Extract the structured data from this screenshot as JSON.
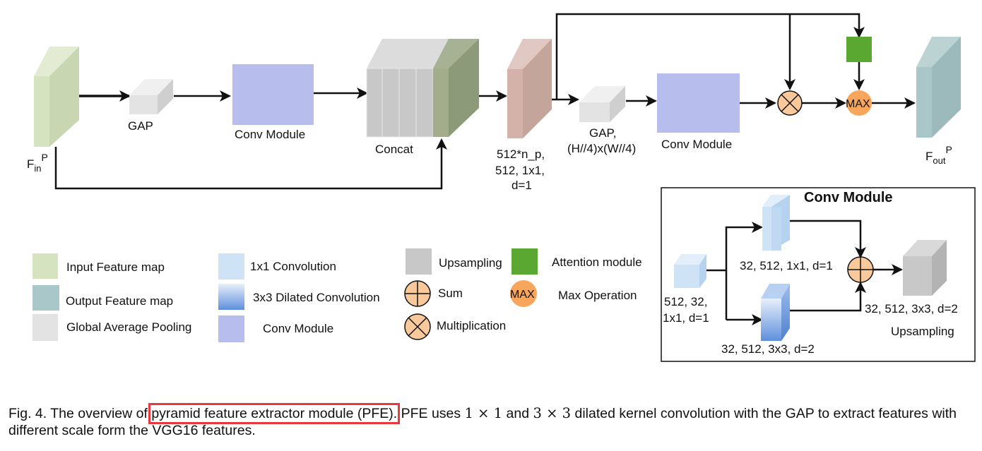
{
  "diagram": {
    "labels": {
      "fin": "F",
      "fin_sub": "in",
      "fin_sup": "P",
      "gap1": "GAP",
      "conv1": "Conv Module",
      "concat": "Concat",
      "conv512_l1": "512*n_p,",
      "conv512_l2": "512, 1x1,",
      "conv512_l3": "d=1",
      "gap2_l1": "GAP,",
      "gap2_l2": "(H//4)x(W//4)",
      "conv2": "Conv Module",
      "max": "MAX",
      "fout": "F",
      "fout_sub": "out",
      "fout_sup": "P"
    },
    "inset": {
      "title": "Conv Module",
      "input_l1": "512, 32,",
      "input_l2": "1x1, d=1",
      "conv1x1": "32, 512, 1x1, d=1",
      "conv3x3": "32, 512, 3x3, d=2",
      "up_params": "32, 512, 3x3, d=2",
      "up_label": "Upsampling"
    },
    "legend": {
      "input_fm": "Input Feature map",
      "output_fm": "Output Feature map",
      "gap": "Global Average Pooling",
      "conv1x1": "1x1 Convolution",
      "dilated": "3x3 Dilated Convolution",
      "conv_module": "Conv Module",
      "upsampling": "Upsampling",
      "sum": "Sum",
      "multiplication": "Multiplication",
      "attention": "Attention module",
      "max_badge": "MAX",
      "max_op": "Max Operation"
    },
    "colors": {
      "input_fm": "#d5e3c0",
      "output_fm": "#a9c6c8",
      "gap": "#e3e3e3",
      "conv_module": "#b7bdec",
      "conv1x1": "#cfe3f6",
      "dilated": "#6f9be0",
      "concat_gray": "#c8c8c8",
      "concat_green": "#8d9a7a",
      "conv512": "#d4b2aa",
      "attention": "#5aa831",
      "op_fill": "#f9c99b",
      "max_fill": "#f7a65b",
      "highlight": "#e8383d"
    }
  },
  "caption": {
    "prefix": "Fig. 4. The overview of ",
    "highlight": "pyramid feature extractor module (PFE).",
    "mid1": " PFE uses ",
    "math1": "1 × 1",
    "mid2": " and ",
    "math2": "3 × 3",
    "suffix": " dilated kernel convolution with the GAP to extract features with different scale form the VGG16 features."
  }
}
